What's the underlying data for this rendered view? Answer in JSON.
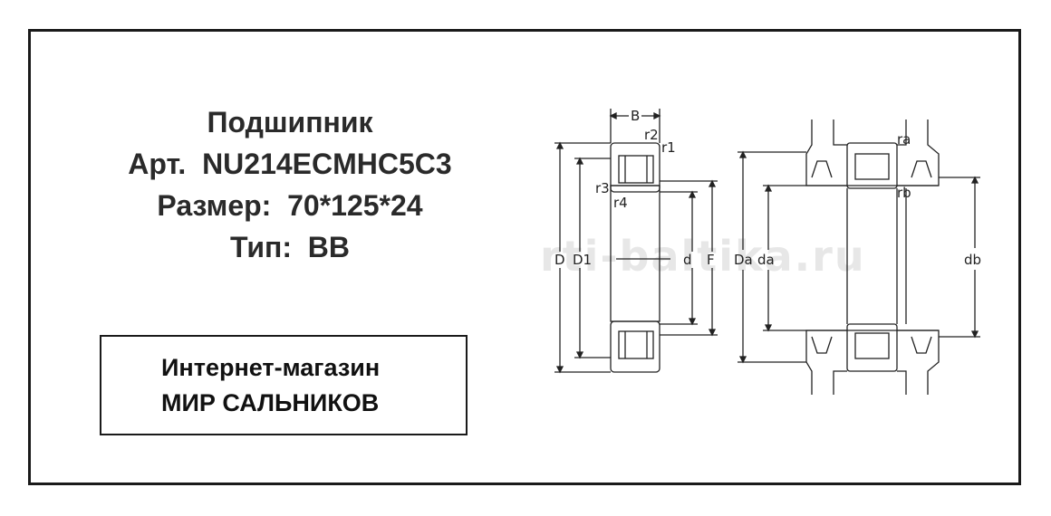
{
  "product": {
    "line1": "Подшипник",
    "line2": "Арт.  NU214ECMHC5C3",
    "line3": "Размер:  70*125*24",
    "line4": "Тип:  BB"
  },
  "shop": {
    "line1": "Интернет-магазин",
    "line2": "МИР САЛЬНИКОВ"
  },
  "watermark": "rti-baltika.ru",
  "diagram": {
    "left_labels": {
      "B": "B",
      "r2": "r2",
      "r1": "r1",
      "r3": "r3",
      "r4": "r4",
      "D": "D",
      "D1": "D1",
      "d": "d",
      "F": "F"
    },
    "right_labels": {
      "ra": "ra",
      "rb": "rb",
      "Da": "Da",
      "da": "da",
      "db": "db"
    }
  }
}
